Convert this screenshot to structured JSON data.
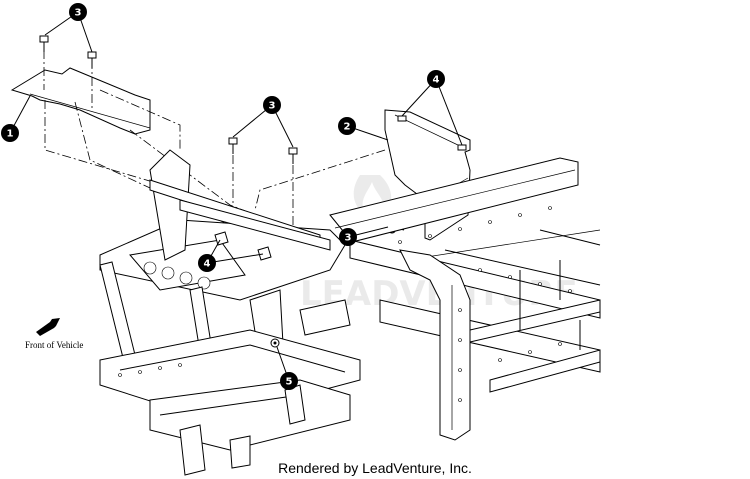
{
  "callouts": [
    {
      "id": "c3a",
      "label": "3"
    },
    {
      "id": "c1",
      "label": "1"
    },
    {
      "id": "c3b",
      "label": "3"
    },
    {
      "id": "c2",
      "label": "2"
    },
    {
      "id": "c4a",
      "label": "4"
    },
    {
      "id": "c3c",
      "label": "3"
    },
    {
      "id": "c4b",
      "label": "4"
    },
    {
      "id": "c5",
      "label": "5"
    }
  ],
  "front_of_vehicle": "Front of Vehicle",
  "caption": "Rendered by LeadVenture, Inc.",
  "watermark": "LEADVENTURE"
}
